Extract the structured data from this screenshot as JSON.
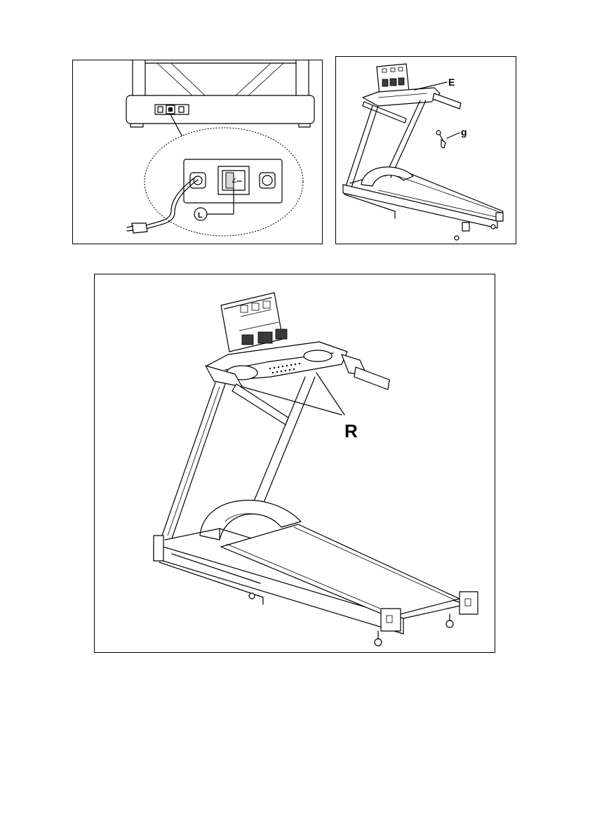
{
  "figures": {
    "power_detail": {
      "callout_label": "L"
    },
    "overview": {
      "label_e": "E",
      "label_g": "g"
    },
    "main_view": {
      "label_r": "R"
    }
  }
}
